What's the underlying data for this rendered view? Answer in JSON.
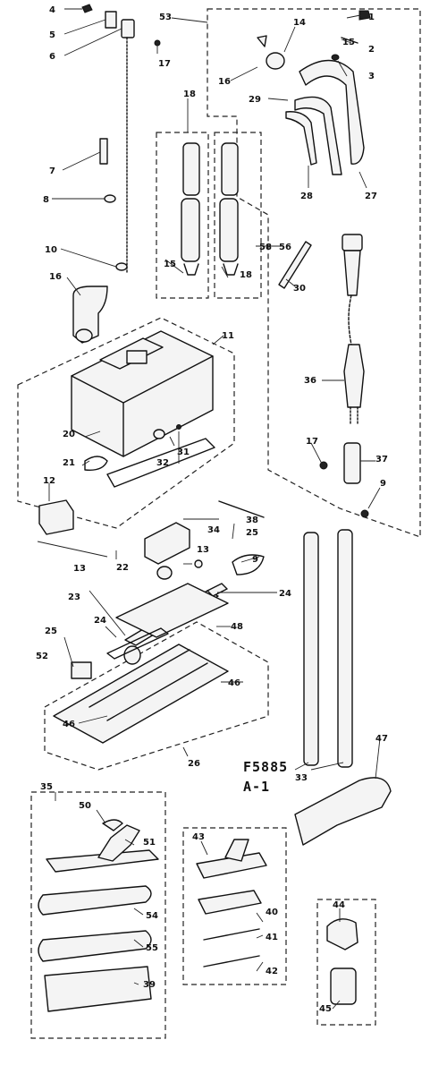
{
  "diagram": {
    "model_code": "F5885",
    "sheet": "A-1",
    "labels": {
      "p1": "1",
      "p2": "2",
      "p3": "3",
      "p4": "4",
      "p5": "5",
      "p6": "6",
      "p7": "7",
      "p8": "8",
      "p9": "9",
      "p10": "10",
      "p11": "11",
      "p12": "12",
      "p13a": "13",
      "p13b": "13",
      "p14": "14",
      "p15": "15",
      "p15b": "15",
      "p16a": "16",
      "p16b": "16",
      "p17a": "17",
      "p17b": "17",
      "p18": "18",
      "p20": "20",
      "p21": "21",
      "p22": "22",
      "p23": "23",
      "p24a": "24",
      "p24b": "24",
      "p25a": "25",
      "p25b": "25",
      "p26": "26",
      "p27": "27",
      "p28": "28",
      "p29": "29",
      "p30": "30",
      "p31": "31",
      "p32": "32",
      "p33": "33",
      "p34": "34",
      "p35": "35",
      "p36": "36",
      "p37": "37",
      "p38": "38",
      "p39": "39",
      "p40": "40",
      "p41": "41",
      "p42": "42",
      "p43": "43",
      "p44": "44",
      "p45": "45",
      "p46a": "46",
      "p46b": "46",
      "p47": "47",
      "p48": "48",
      "p50": "50",
      "p51": "51",
      "p52": "52",
      "p53": "53",
      "p54": "54",
      "p55": "55",
      "p56": "56",
      "p58": "58",
      "p9b": "9",
      "p18b": "18"
    }
  }
}
